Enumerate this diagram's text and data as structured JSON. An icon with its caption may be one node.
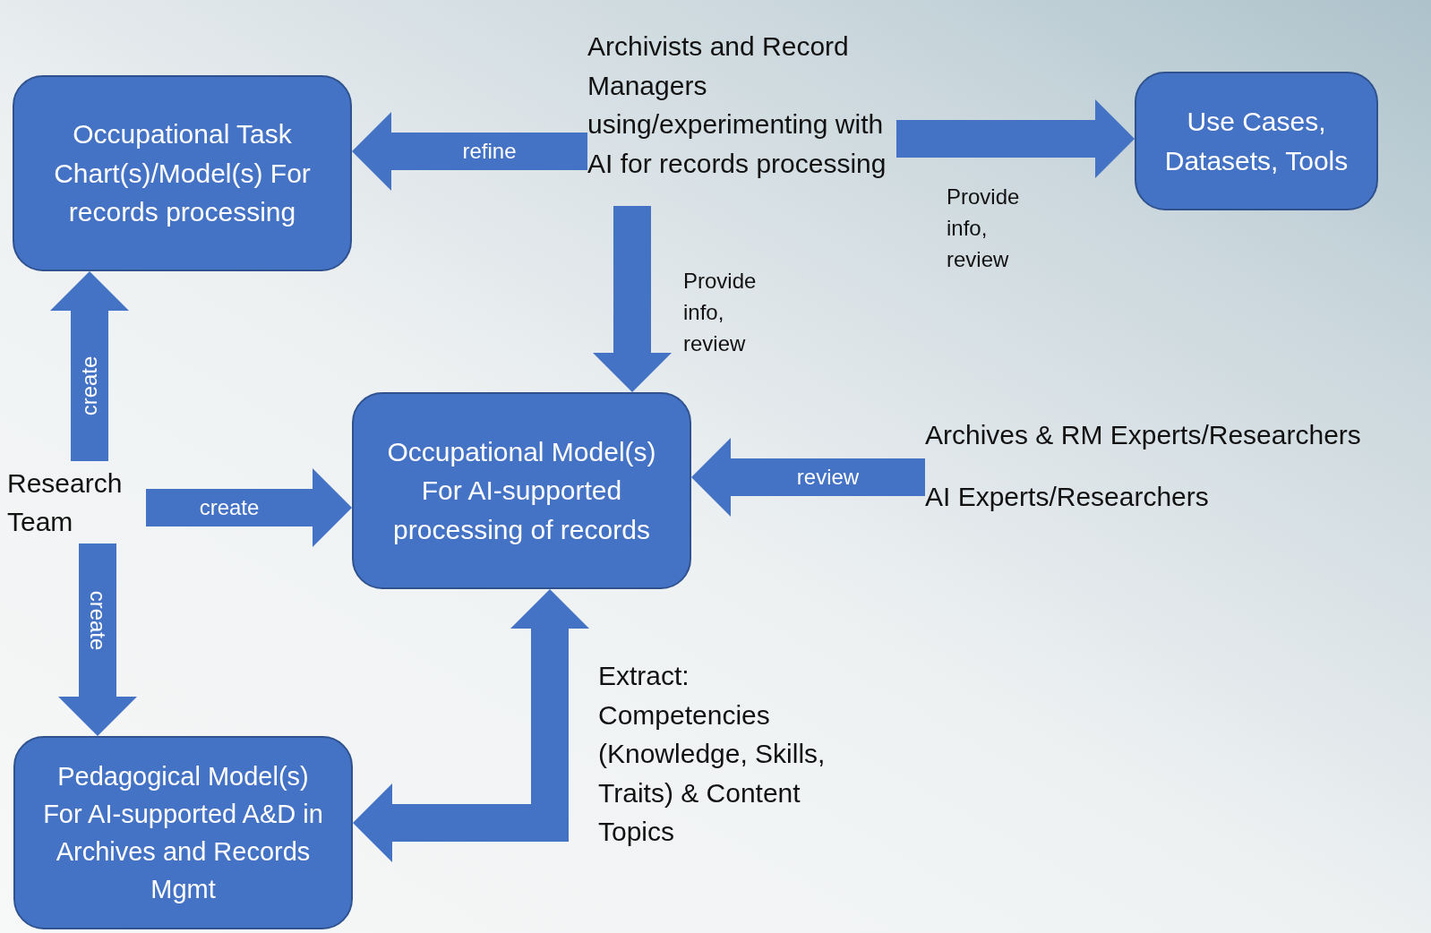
{
  "diagram": {
    "nodes": [
      {
        "text": [
          "Occupational Task Chart(s)/Model(s) For records processing"
        ]
      },
      {
        "text": [
          "Archivists and Record Managers using/experimenting with AI for records processing"
        ]
      },
      {
        "text": [
          "Use Cases, Datasets, Tools"
        ]
      },
      {
        "text": [
          "Research Team"
        ]
      },
      {
        "text": [
          "Occupational Model(s) For AI-supported processing of records"
        ]
      },
      {
        "text": [
          "Archives & RM Experts/Researchers",
          "AI Experts/Researchers"
        ]
      },
      {
        "text": [
          "Pedagogical Model(s) For AI-supported A&D in Archives and Records Mgmt"
        ]
      }
    ],
    "edges": [
      {
        "from": 1,
        "to": 0,
        "arrow": "to",
        "label": "refine"
      },
      {
        "from": 1,
        "to": 2,
        "arrow": "to",
        "label": "Provide info, review"
      },
      {
        "from": 1,
        "to": 4,
        "arrow": "to",
        "label": "Provide info, review"
      },
      {
        "from": 3,
        "to": 0,
        "arrow": "to",
        "label": "create"
      },
      {
        "from": 3,
        "to": 4,
        "arrow": "to",
        "label": "create"
      },
      {
        "from": 3,
        "to": 6,
        "arrow": "to",
        "label": "create"
      },
      {
        "from": 5,
        "to": 4,
        "arrow": "to",
        "label": "review"
      },
      {
        "from": 4,
        "to": 6,
        "arrow": "both",
        "label": "Extract: Competencies (Knowledge, Skills, Traits) & Content Topics"
      }
    ]
  }
}
